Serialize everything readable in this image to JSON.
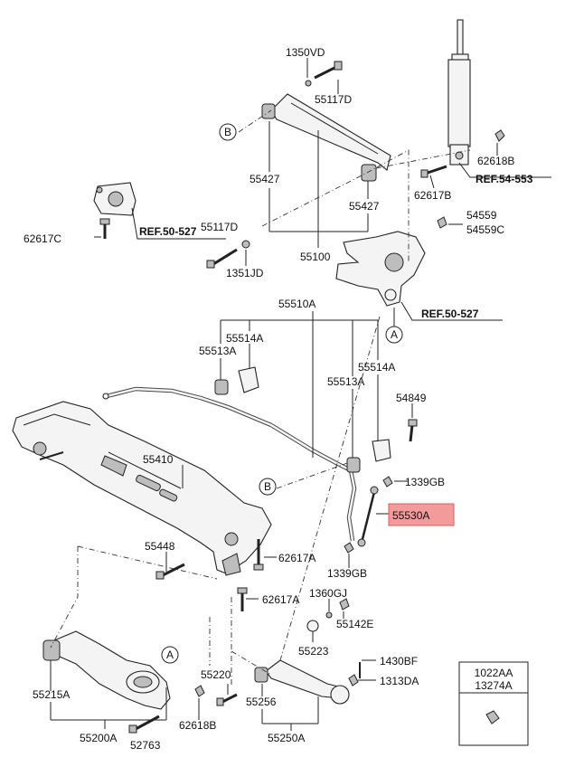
{
  "labels": {
    "1350VD": "1350VD",
    "55117D_top": "55117D",
    "55427_left": "55427",
    "55427_right": "55427",
    "62618B_top": "62618B",
    "REF_54_553": "REF.54-553",
    "62617B": "62617B",
    "62617C": "62617C",
    "REF_50_527_left": "REF.50-527",
    "55117D_mid": "55117D",
    "1351JD": "1351JD",
    "55100": "55100",
    "54559": "54559",
    "54559C": "54559C",
    "REF_50_527_right": "REF.50-527",
    "55510A": "55510A",
    "55514A_left": "55514A",
    "55513A_left": "55513A",
    "55514A_right": "55514A",
    "55513A_right": "55513A",
    "54849": "54849",
    "55410": "55410",
    "1339GB_top": "1339GB",
    "55530A": "55530A",
    "55448": "55448",
    "62617A_upper": "62617A",
    "1339GB_bottom": "1339GB",
    "1360GJ": "1360GJ",
    "62617A_lower": "62617A",
    "55142E": "55142E",
    "55223": "55223",
    "1430BF": "1430BF",
    "55220": "55220",
    "1313DA": "1313DA",
    "55215A": "55215A",
    "55256": "55256",
    "62618B_bottom": "62618B",
    "55200A": "55200A",
    "52763": "52763",
    "55250A": "55250A"
  },
  "markers": {
    "B_top": "B",
    "A_knuckle": "A",
    "B_crossmember": "B",
    "A_arm": "A"
  },
  "legend_box": {
    "line1": "1022AA",
    "line2": "13274A"
  },
  "colors": {
    "highlight": "#f39a9a"
  }
}
